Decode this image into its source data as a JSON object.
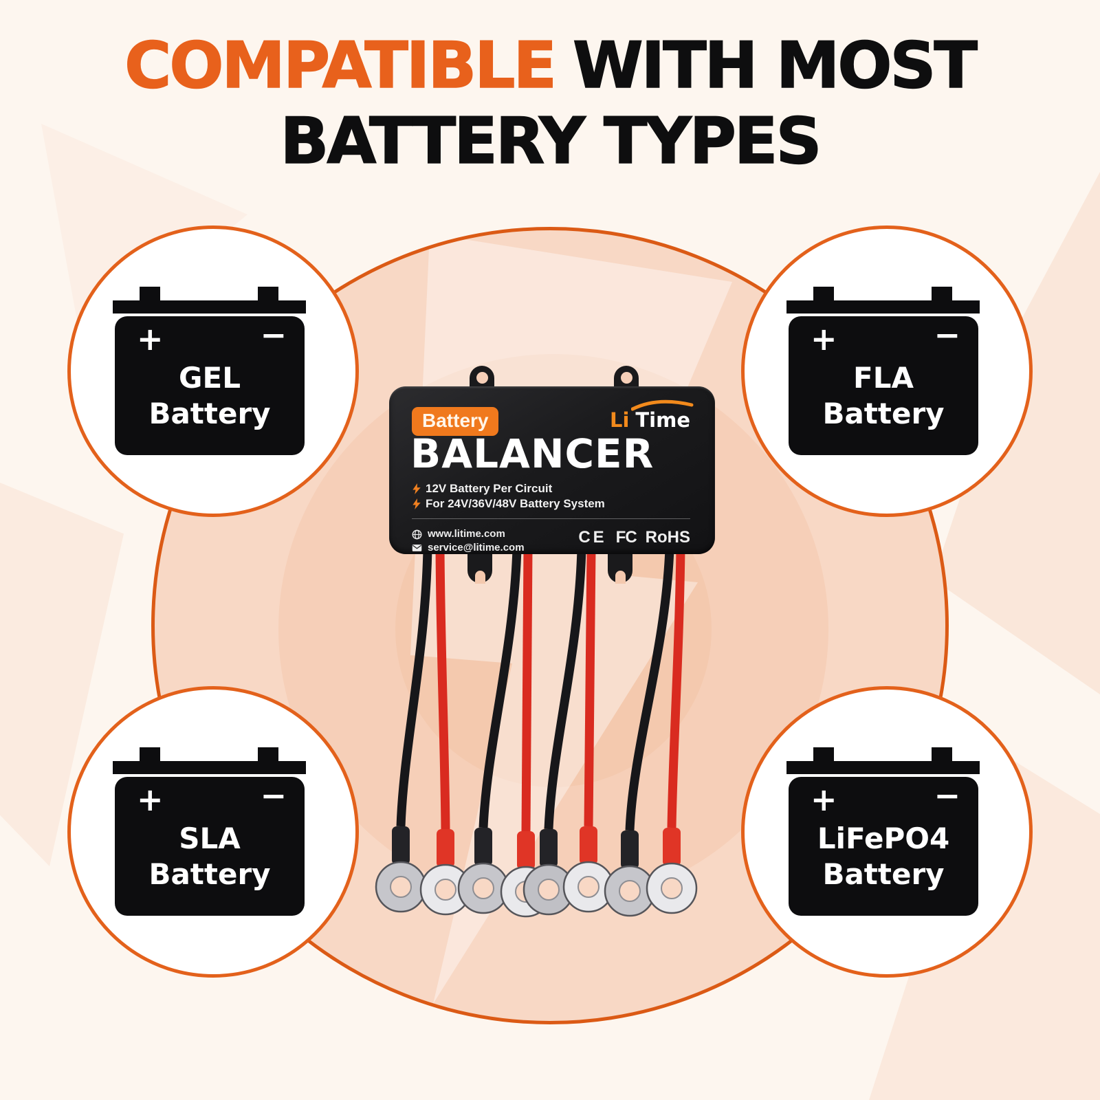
{
  "title": {
    "highlight": "COMPATIBLE",
    "line1_rest": "WITH MOST",
    "line2": "BATTERY TYPES"
  },
  "batteries": {
    "gel": {
      "line1": "GEL",
      "line2": "Battery"
    },
    "fla": {
      "line1": "FLA",
      "line2": "Battery"
    },
    "sla": {
      "line1": "SLA",
      "line2": "Battery"
    },
    "lifepo4": {
      "line1": "LiFePO4",
      "line2": "Battery"
    }
  },
  "battery_icon_symbols": {
    "plus": "+",
    "minus": "−"
  },
  "device": {
    "tag": "Battery",
    "product_name": "BALANCER",
    "features": {
      "f1": "12V Battery Per Circuit",
      "f2": "For 24V/36V/48V Battery System"
    },
    "brand": {
      "part1": "Li",
      "part2": "Time"
    },
    "contact": {
      "website": "www.litime.com",
      "email": "service@litime.com"
    },
    "certs": {
      "c1": "CE",
      "c2": "FC",
      "c3": "RoHS"
    }
  },
  "icons": {
    "lightning": "lightning-icon",
    "globe": "globe-icon",
    "mail": "mail-icon",
    "battery": "battery-icon"
  },
  "colors": {
    "accent_orange": "#E8611C",
    "circle_stroke": "#DB5A15",
    "peach_fill": "#F8D8C5",
    "tag_orange": "#F0791D",
    "brand_orange": "#F28A1C",
    "device_black": "#1B1B1D",
    "battery_icon_black": "#0D0D0F",
    "wire_red": "#D92B20",
    "wire_black": "#17171A",
    "title_black": "#0E0E0F"
  }
}
